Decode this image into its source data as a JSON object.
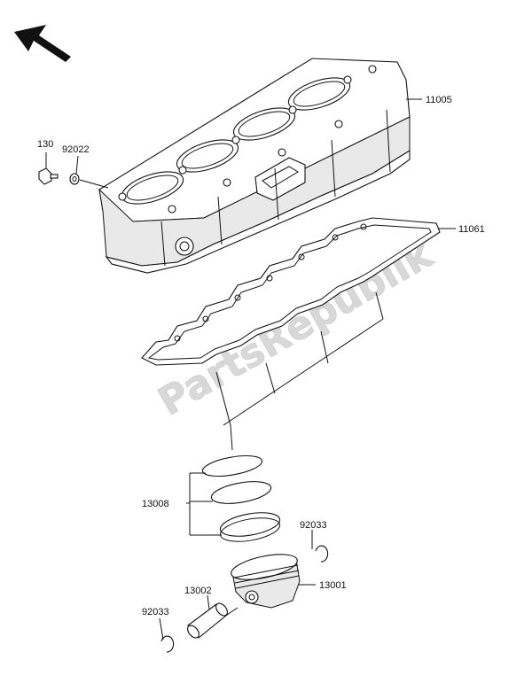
{
  "watermark": {
    "text": "PartsRepublik",
    "mark": "®"
  },
  "icons": {
    "direction": "front-arrow-icon"
  },
  "callouts": [
    {
      "id": "cylinder",
      "number": "11005"
    },
    {
      "id": "gasket",
      "number": "11061"
    },
    {
      "id": "bolt",
      "number": "130"
    },
    {
      "id": "washer",
      "number": "92022"
    },
    {
      "id": "ring-set",
      "number": "13008"
    },
    {
      "id": "circlip-right",
      "number": "92033"
    },
    {
      "id": "piston",
      "number": "13001"
    },
    {
      "id": "piston-pin",
      "number": "13002"
    },
    {
      "id": "circlip-left",
      "number": "92033"
    }
  ]
}
